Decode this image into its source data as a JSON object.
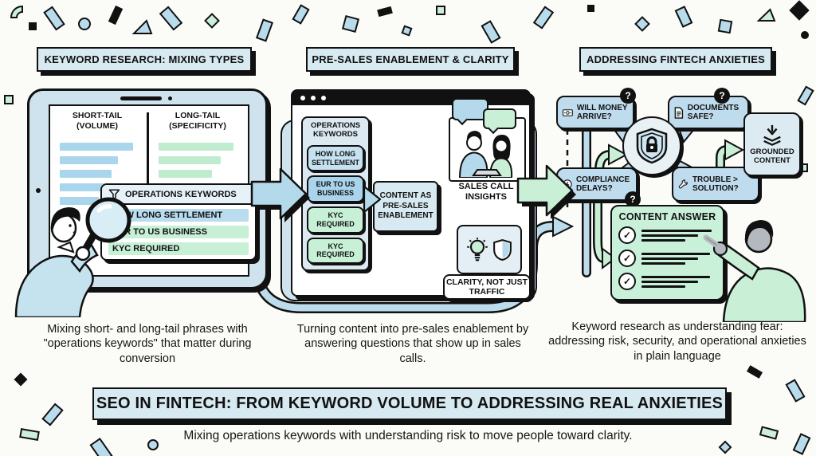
{
  "colors": {
    "title_bg": "#d7e9f1",
    "blue_panel": "#cfe3ee",
    "bar_blue": "#a9d6ec",
    "bar_green": "#bfeccf",
    "arrow_blue": "#b3d9ea",
    "arrow_green": "#c9efd6",
    "green_chip": "#c9f0d8",
    "ink": "#111111"
  },
  "section1": {
    "title": "KEYWORD RESEARCH: MIXING TYPES",
    "caption": "Mixing short- and long-tail phrases with \"operations keywords\" that matter during conversion",
    "columns": {
      "left_label": "SHORT-TAIL",
      "left_sub": "(VOLUME)",
      "right_label": "LONG-TAIL",
      "right_sub": "(SPECIFICITY)"
    },
    "bars": {
      "short_tail": [
        90,
        72,
        64,
        55,
        48
      ],
      "long_tail": [
        92,
        76,
        66,
        54
      ]
    },
    "ops_popup": {
      "header": "OPERATIONS KEYWORDS",
      "items": [
        {
          "label": "HOW LONG SETTLEMENT",
          "tone": "blue"
        },
        {
          "label": "EUR TO US BUSINESS",
          "tone": "green"
        },
        {
          "label": "KYC REQUIRED",
          "tone": "green"
        }
      ]
    }
  },
  "section2": {
    "title": "PRE-SALES ENABLEMENT & CLARITY",
    "caption": "Turning content into pre-sales enablement by answering questions that show up in sales calls.",
    "keywords_panel": {
      "header": "OPERATIONS KEYWORDS",
      "chips": [
        {
          "label": "HOW LONG SETTLEMENT",
          "tone": "lightblue"
        },
        {
          "label": "EUR TO US BUSINESS",
          "tone": "midblue"
        },
        {
          "label": "KYC REQUIRED",
          "tone": "green"
        },
        {
          "label": "KYC REQUIRED",
          "tone": "green"
        }
      ]
    },
    "content_box": "CONTENT AS PRE-SALES ENABLEMENT",
    "sales_label": "SALES CALL INSIGHTS",
    "clarity_label": "CLARITY, NOT JUST TRAFFIC"
  },
  "section3": {
    "title": "ADDRESSING FINTECH ANXIETIES",
    "caption": "Keyword research as understanding fear: addressing risk, security, and operational anxieties in plain language",
    "bubbles": [
      {
        "label": "WILL MONEY ARRIVE?",
        "icon": "cash-icon"
      },
      {
        "label": "DOCUMENTS SAFE?",
        "icon": "document-icon"
      },
      {
        "label": "COMPLIANCE DELAYS?",
        "icon": "clock-icon"
      },
      {
        "label": "TROUBLE > SOLUTION?",
        "icon": "wrench-icon"
      }
    ],
    "question_mark": "?",
    "grounded_box": "GROUNDED CONTENT",
    "answer_card": {
      "header": "CONTENT ANSWER",
      "check": "✓"
    }
  },
  "footer": {
    "title": "SEO IN FINTECH: FROM KEYWORD VOLUME TO ADDRESSING REAL ANXIETIES",
    "subtitle": "Mixing operations keywords with understanding risk to move people toward clarity."
  }
}
